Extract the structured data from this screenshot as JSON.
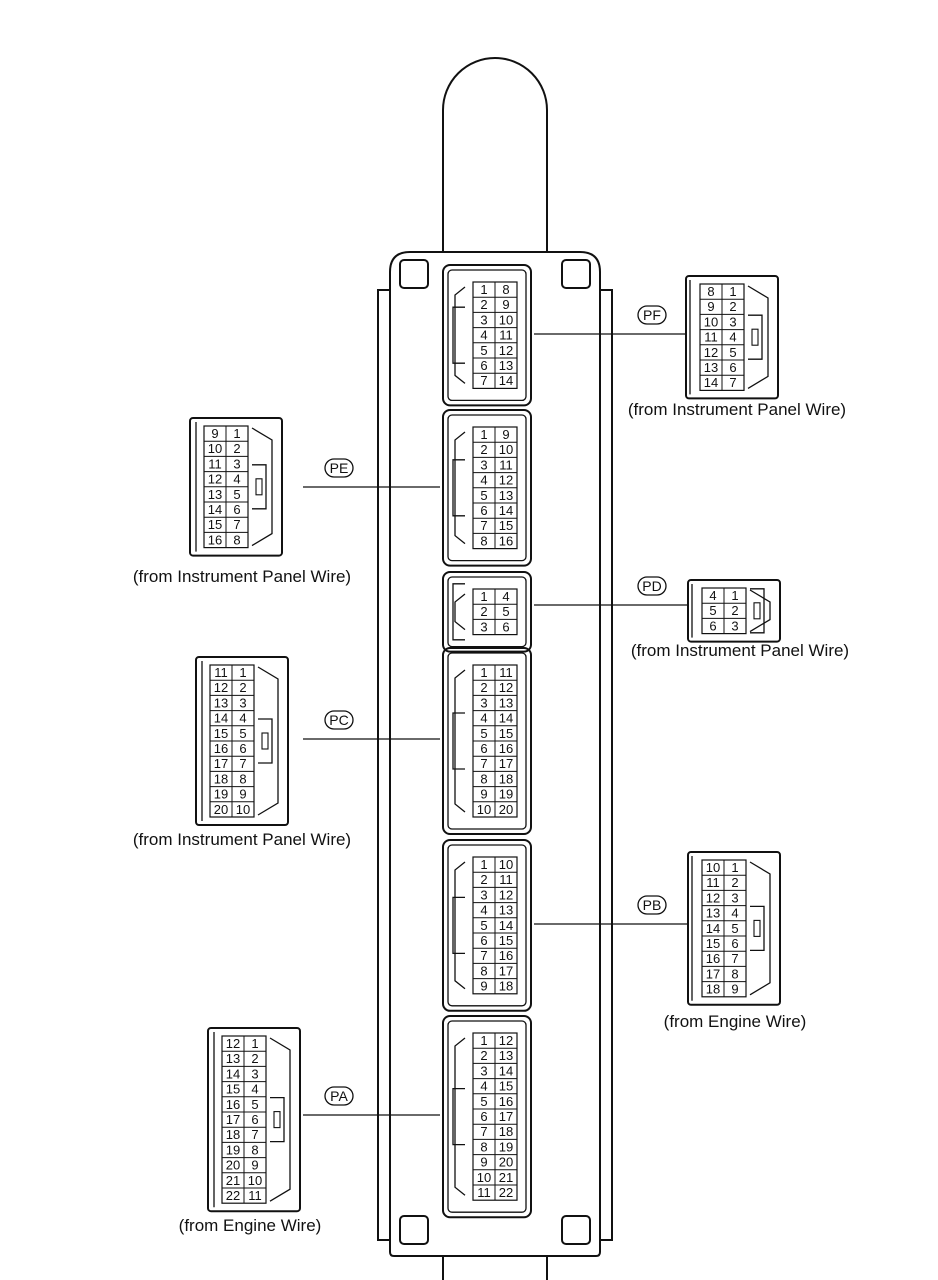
{
  "connectors": [
    {
      "code": "PF",
      "source": "(from Instrument Panel Wire)",
      "ecu_pins": [
        [
          "1",
          "8"
        ],
        [
          "2",
          "9"
        ],
        [
          "3",
          "10"
        ],
        [
          "4",
          "11"
        ],
        [
          "5",
          "12"
        ],
        [
          "6",
          "13"
        ],
        [
          "7",
          "14"
        ]
      ],
      "plug_pins": [
        [
          "8",
          "1"
        ],
        [
          "9",
          "2"
        ],
        [
          "10",
          "3"
        ],
        [
          "11",
          "4"
        ],
        [
          "12",
          "5"
        ],
        [
          "13",
          "6"
        ],
        [
          "14",
          "7"
        ]
      ]
    },
    {
      "code": "PE",
      "source": "(from Instrument Panel Wire)",
      "ecu_pins": [
        [
          "1",
          "9"
        ],
        [
          "2",
          "10"
        ],
        [
          "3",
          "11"
        ],
        [
          "4",
          "12"
        ],
        [
          "5",
          "13"
        ],
        [
          "6",
          "14"
        ],
        [
          "7",
          "15"
        ],
        [
          "8",
          "16"
        ]
      ],
      "plug_pins": [
        [
          "9",
          "1"
        ],
        [
          "10",
          "2"
        ],
        [
          "11",
          "3"
        ],
        [
          "12",
          "4"
        ],
        [
          "13",
          "5"
        ],
        [
          "14",
          "6"
        ],
        [
          "15",
          "7"
        ],
        [
          "16",
          "8"
        ]
      ]
    },
    {
      "code": "PD",
      "source": "(from Instrument Panel Wire)",
      "ecu_pins": [
        [
          "1",
          "4"
        ],
        [
          "2",
          "5"
        ],
        [
          "3",
          "6"
        ]
      ],
      "plug_pins": [
        [
          "4",
          "1"
        ],
        [
          "5",
          "2"
        ],
        [
          "6",
          "3"
        ]
      ]
    },
    {
      "code": "PC",
      "source": "(from Instrument Panel Wire)",
      "ecu_pins": [
        [
          "1",
          "11"
        ],
        [
          "2",
          "12"
        ],
        [
          "3",
          "13"
        ],
        [
          "4",
          "14"
        ],
        [
          "5",
          "15"
        ],
        [
          "6",
          "16"
        ],
        [
          "7",
          "17"
        ],
        [
          "8",
          "18"
        ],
        [
          "9",
          "19"
        ],
        [
          "10",
          "20"
        ]
      ],
      "plug_pins": [
        [
          "11",
          "1"
        ],
        [
          "12",
          "2"
        ],
        [
          "13",
          "3"
        ],
        [
          "14",
          "4"
        ],
        [
          "15",
          "5"
        ],
        [
          "16",
          "6"
        ],
        [
          "17",
          "7"
        ],
        [
          "18",
          "8"
        ],
        [
          "19",
          "9"
        ],
        [
          "20",
          "10"
        ]
      ]
    },
    {
      "code": "PB",
      "source": "(from Engine Wire)",
      "ecu_pins": [
        [
          "1",
          "10"
        ],
        [
          "2",
          "11"
        ],
        [
          "3",
          "12"
        ],
        [
          "4",
          "13"
        ],
        [
          "5",
          "14"
        ],
        [
          "6",
          "15"
        ],
        [
          "7",
          "16"
        ],
        [
          "8",
          "17"
        ],
        [
          "9",
          "18"
        ]
      ],
      "plug_pins": [
        [
          "10",
          "1"
        ],
        [
          "11",
          "2"
        ],
        [
          "12",
          "3"
        ],
        [
          "13",
          "4"
        ],
        [
          "14",
          "5"
        ],
        [
          "15",
          "6"
        ],
        [
          "16",
          "7"
        ],
        [
          "17",
          "8"
        ],
        [
          "18",
          "9"
        ]
      ]
    },
    {
      "code": "PA",
      "source": "(from Engine Wire)",
      "ecu_pins": [
        [
          "1",
          "12"
        ],
        [
          "2",
          "13"
        ],
        [
          "3",
          "14"
        ],
        [
          "4",
          "15"
        ],
        [
          "5",
          "16"
        ],
        [
          "6",
          "17"
        ],
        [
          "7",
          "18"
        ],
        [
          "8",
          "19"
        ],
        [
          "9",
          "20"
        ],
        [
          "10",
          "21"
        ],
        [
          "11",
          "22"
        ]
      ],
      "plug_pins": [
        [
          "12",
          "1"
        ],
        [
          "13",
          "2"
        ],
        [
          "14",
          "3"
        ],
        [
          "15",
          "4"
        ],
        [
          "16",
          "5"
        ],
        [
          "17",
          "6"
        ],
        [
          "18",
          "7"
        ],
        [
          "19",
          "8"
        ],
        [
          "20",
          "9"
        ],
        [
          "21",
          "10"
        ],
        [
          "22",
          "11"
        ]
      ]
    }
  ]
}
